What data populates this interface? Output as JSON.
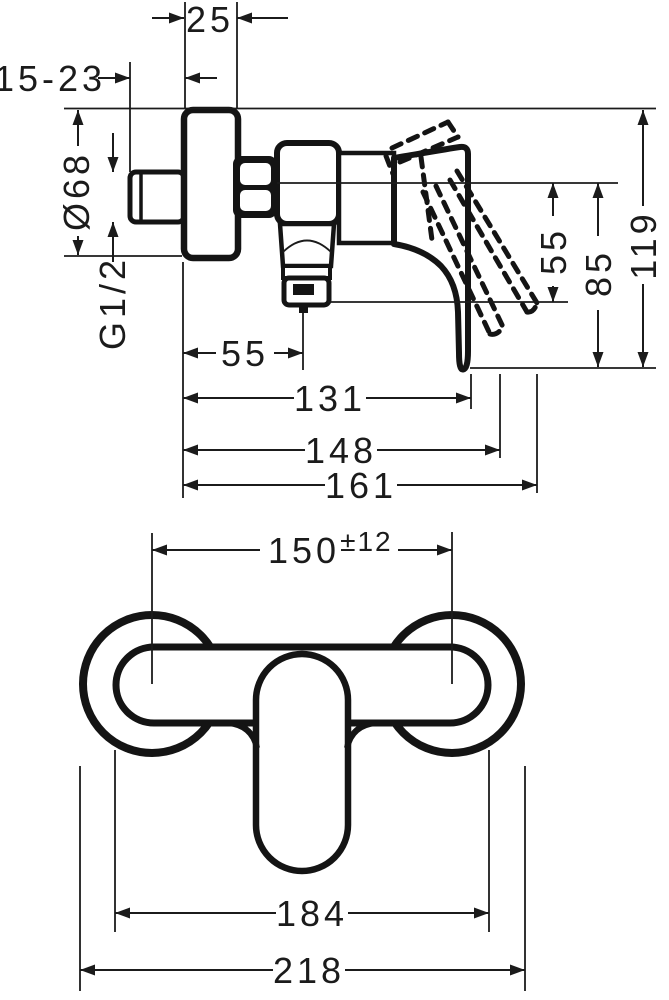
{
  "drawing": {
    "type": "technical-dimension-drawing",
    "subject": "exposed single-lever shower mixer, side view and front view",
    "background_color": "#ffffff",
    "line_color": "#141414",
    "views": {
      "top": "side-view",
      "bottom": "front-view"
    }
  },
  "dimensions": {
    "escutcheon_depth": "25",
    "wall_range": "15-23",
    "escutcheon_diameter": "Ø68",
    "thread": "G1/2",
    "outlet_offset_h": "55",
    "to_handle_edge": "131",
    "to_lever_mid": "148",
    "to_lever_max": "161",
    "outlet_drop": "55",
    "lever_drop": "85",
    "overall_height": "119",
    "connection_centers": "150",
    "connection_tolerance": "±12",
    "body_width": "184",
    "overall_width": "218"
  }
}
